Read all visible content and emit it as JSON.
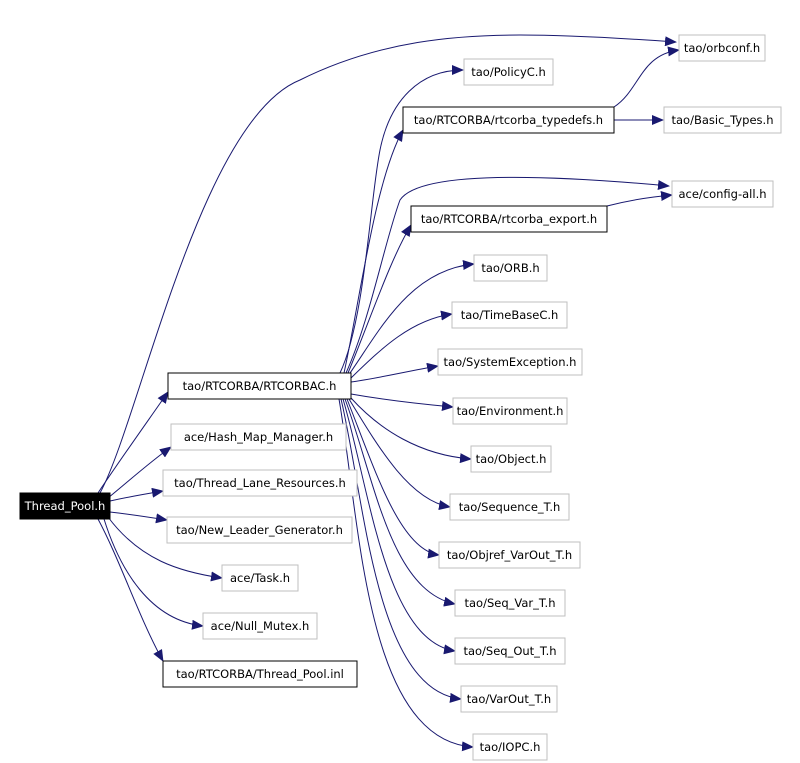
{
  "graph": {
    "colors": {
      "edge": "#191970",
      "root_fill": "#000000",
      "root_text": "#ffffff",
      "documented_border": "#000000",
      "undocumented_border": "#bfbfbf",
      "text": "#000000"
    },
    "nodes": [
      {
        "id": "thread_pool_h",
        "label": "Thread_Pool.h",
        "kind": "root"
      },
      {
        "id": "rtcorbac_h",
        "label": "tao/RTCORBA/RTCORBAC.h",
        "kind": "documented"
      },
      {
        "id": "hash_map_manager_h",
        "label": "ace/Hash_Map_Manager.h",
        "kind": "external"
      },
      {
        "id": "thread_lane_resources_h",
        "label": "tao/Thread_Lane_Resources.h",
        "kind": "external"
      },
      {
        "id": "new_leader_generator_h",
        "label": "tao/New_Leader_Generator.h",
        "kind": "external"
      },
      {
        "id": "task_h",
        "label": "ace/Task.h",
        "kind": "external"
      },
      {
        "id": "null_mutex_h",
        "label": "ace/Null_Mutex.h",
        "kind": "external"
      },
      {
        "id": "thread_pool_inl",
        "label": "tao/RTCORBA/Thread_Pool.inl",
        "kind": "documented"
      },
      {
        "id": "orbconf_h",
        "label": "tao/orbconf.h",
        "kind": "external"
      },
      {
        "id": "policyc_h",
        "label": "tao/PolicyC.h",
        "kind": "external"
      },
      {
        "id": "rtcorba_typedefs_h",
        "label": "tao/RTCORBA/rtcorba_typedefs.h",
        "kind": "documented"
      },
      {
        "id": "basic_types_h",
        "label": "tao/Basic_Types.h",
        "kind": "external"
      },
      {
        "id": "config_all_h",
        "label": "ace/config-all.h",
        "kind": "external"
      },
      {
        "id": "rtcorba_export_h",
        "label": "tao/RTCORBA/rtcorba_export.h",
        "kind": "documented"
      },
      {
        "id": "orb_h",
        "label": "tao/ORB.h",
        "kind": "external"
      },
      {
        "id": "timebasec_h",
        "label": "tao/TimeBaseC.h",
        "kind": "external"
      },
      {
        "id": "systemexception_h",
        "label": "tao/SystemException.h",
        "kind": "external"
      },
      {
        "id": "environment_h",
        "label": "tao/Environment.h",
        "kind": "external"
      },
      {
        "id": "object_h",
        "label": "tao/Object.h",
        "kind": "external"
      },
      {
        "id": "sequence_t_h",
        "label": "tao/Sequence_T.h",
        "kind": "external"
      },
      {
        "id": "objref_varout_t_h",
        "label": "tao/Objref_VarOut_T.h",
        "kind": "external"
      },
      {
        "id": "seq_var_t_h",
        "label": "tao/Seq_Var_T.h",
        "kind": "external"
      },
      {
        "id": "seq_out_t_h",
        "label": "tao/Seq_Out_T.h",
        "kind": "external"
      },
      {
        "id": "varout_t_h",
        "label": "tao/VarOut_T.h",
        "kind": "external"
      },
      {
        "id": "iopc_h",
        "label": "tao/IOPC.h",
        "kind": "external"
      }
    ],
    "edges": [
      {
        "from": "thread_pool_h",
        "to": "orbconf_h"
      },
      {
        "from": "thread_pool_h",
        "to": "rtcorbac_h"
      },
      {
        "from": "thread_pool_h",
        "to": "hash_map_manager_h"
      },
      {
        "from": "thread_pool_h",
        "to": "thread_lane_resources_h"
      },
      {
        "from": "thread_pool_h",
        "to": "new_leader_generator_h"
      },
      {
        "from": "thread_pool_h",
        "to": "task_h"
      },
      {
        "from": "thread_pool_h",
        "to": "null_mutex_h"
      },
      {
        "from": "thread_pool_h",
        "to": "thread_pool_inl"
      },
      {
        "from": "rtcorbac_h",
        "to": "policyc_h"
      },
      {
        "from": "rtcorbac_h",
        "to": "rtcorba_typedefs_h"
      },
      {
        "from": "rtcorbac_h",
        "to": "config_all_h"
      },
      {
        "from": "rtcorbac_h",
        "to": "rtcorba_export_h"
      },
      {
        "from": "rtcorbac_h",
        "to": "orb_h"
      },
      {
        "from": "rtcorbac_h",
        "to": "timebasec_h"
      },
      {
        "from": "rtcorbac_h",
        "to": "systemexception_h"
      },
      {
        "from": "rtcorbac_h",
        "to": "environment_h"
      },
      {
        "from": "rtcorbac_h",
        "to": "object_h"
      },
      {
        "from": "rtcorbac_h",
        "to": "sequence_t_h"
      },
      {
        "from": "rtcorbac_h",
        "to": "objref_varout_t_h"
      },
      {
        "from": "rtcorbac_h",
        "to": "seq_var_t_h"
      },
      {
        "from": "rtcorbac_h",
        "to": "seq_out_t_h"
      },
      {
        "from": "rtcorbac_h",
        "to": "varout_t_h"
      },
      {
        "from": "rtcorbac_h",
        "to": "iopc_h"
      },
      {
        "from": "rtcorba_typedefs_h",
        "to": "orbconf_h"
      },
      {
        "from": "rtcorba_typedefs_h",
        "to": "basic_types_h"
      },
      {
        "from": "rtcorba_export_h",
        "to": "config_all_h"
      }
    ]
  }
}
